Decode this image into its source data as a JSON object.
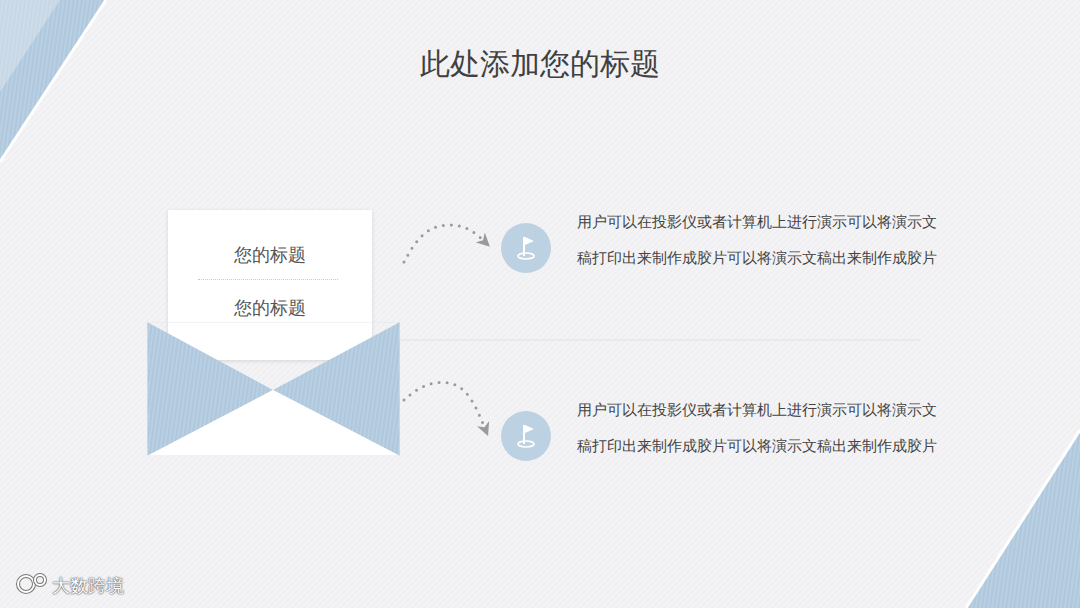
{
  "diagram": {
    "title": "此处添加您的标题",
    "nodes": [
      {
        "text": [
          "您的标题",
          "您的标题"
        ]
      },
      {
        "text": [
          "用户可以在投影仪或者计算机上进行演示可以将演示文 稿打印出来制作成胶片可以将演示文稿出来制作成胶片"
        ]
      },
      {
        "text": [
          "用户可以在投影仪或者计算机上进行演示可以将演示文 稿打印出来制作成胶片可以将演示文稿出来制作成胶片"
        ]
      }
    ],
    "edges": [
      {
        "from": 0,
        "to": 1,
        "arrow": "to"
      },
      {
        "from": 0,
        "to": 2,
        "arrow": "to"
      }
    ],
    "labels": [
      "大数跨境"
    ]
  }
}
